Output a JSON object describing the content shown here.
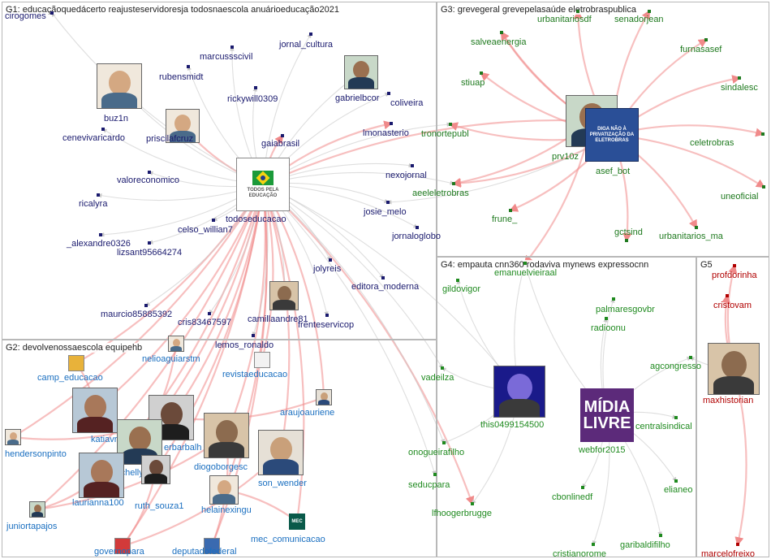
{
  "colors": {
    "g1": "#1a1a6e",
    "g2": "#1a6fc0",
    "g3": "#1f7a1f",
    "g4": "#1f8a1f",
    "g5": "#b00000",
    "edge_red": "#f08a8a",
    "edge_grey": "#c8c8c8"
  },
  "groups": [
    {
      "id": "G1",
      "title": "G1: educaçãoquedácerto reajusteservidoresja todosnaescola anuárioeducação2021"
    },
    {
      "id": "G2",
      "title": "G2: devolvenossaescola equipehb"
    },
    {
      "id": "G3",
      "title": "G3: grevegeral grevepelasaúde eletrobraspublica"
    },
    {
      "id": "G4",
      "title": "G4: empauta cnn360 rodaviva mynews expressocnn"
    },
    {
      "id": "G5",
      "title": "G5"
    }
  ],
  "nodes": [
    {
      "id": "cirogomes",
      "label": "cirogomes",
      "group": "g1",
      "icon": "dot-icon"
    },
    {
      "id": "marcussscivil",
      "label": "marcussscivil",
      "group": "g1",
      "icon": "dot-icon"
    },
    {
      "id": "jornal_cultura",
      "label": "jornal_cultura",
      "group": "g1",
      "icon": "dot-icon"
    },
    {
      "id": "rubensmidt",
      "label": "rubensmidt",
      "group": "g1",
      "icon": "dot-icon"
    },
    {
      "id": "buz1n",
      "label": "buz1n",
      "group": "g1",
      "icon": "avatar-icon"
    },
    {
      "id": "gabrielbcor",
      "label": "gabrielbcor",
      "group": "g1",
      "icon": "avatar-icon"
    },
    {
      "id": "rickywill0309",
      "label": "rickywill0309",
      "group": "g1",
      "icon": "dot-icon"
    },
    {
      "id": "coliveira",
      "label": "coliveira",
      "group": "g1",
      "icon": "dot-icon"
    },
    {
      "id": "lmonasterio",
      "label": "lmonasterio",
      "group": "g1",
      "icon": "dot-icon"
    },
    {
      "id": "cenevivaricardo",
      "label": "cenevivaricardo",
      "group": "g1",
      "icon": "dot-icon"
    },
    {
      "id": "priscilafcruz",
      "label": "priscilafcruz",
      "group": "g1",
      "icon": "avatar-icon"
    },
    {
      "id": "gaiabrasil",
      "label": "gaiabrasil",
      "group": "g1",
      "icon": "dot-icon"
    },
    {
      "id": "valoreconomico",
      "label": "valoreconomico",
      "group": "g1",
      "icon": "dot-icon"
    },
    {
      "id": "nexojornal",
      "label": "nexojornal",
      "group": "g1",
      "icon": "dot-icon"
    },
    {
      "id": "ricalyra",
      "label": "ricalyra",
      "group": "g1",
      "icon": "dot-icon"
    },
    {
      "id": "todoseducacao",
      "label": "todoseducacao",
      "group": "g1",
      "icon": "logo-icon"
    },
    {
      "id": "josie_melo",
      "label": "josie_melo",
      "group": "g1",
      "icon": "dot-icon"
    },
    {
      "id": "celso_willian7",
      "label": "celso_willian7",
      "group": "g1",
      "icon": "dot-icon"
    },
    {
      "id": "jornaloglobo",
      "label": "jornaloglobo",
      "group": "g1",
      "icon": "dot-icon"
    },
    {
      "id": "_alexandre0326",
      "label": "_alexandre0326",
      "group": "g1",
      "icon": "dot-icon"
    },
    {
      "id": "lizsant95664274",
      "label": "lizsant95664274",
      "group": "g1",
      "icon": "dot-icon"
    },
    {
      "id": "jolyreis",
      "label": "jolyreis",
      "group": "g1",
      "icon": "dot-icon"
    },
    {
      "id": "editora_moderna",
      "label": "editora_moderna",
      "group": "g1",
      "icon": "dot-icon"
    },
    {
      "id": "maurcio85885392",
      "label": "maurcio85885392",
      "group": "g1",
      "icon": "dot-icon"
    },
    {
      "id": "camillaandre81",
      "label": "camillaandre81",
      "group": "g1",
      "icon": "avatar-icon"
    },
    {
      "id": "cris83467597",
      "label": "cris83467597",
      "group": "g1",
      "icon": "dot-icon"
    },
    {
      "id": "frenteservicop",
      "label": "frenteservicop",
      "group": "g1",
      "icon": "dot-icon"
    },
    {
      "id": "lemos_ronaldo",
      "label": "lemos_ronaldo",
      "group": "g1",
      "icon": "dot-icon"
    },
    {
      "id": "nelioaguiarstm",
      "label": "nelioaguiarstm",
      "group": "g2",
      "icon": "avatar-icon"
    },
    {
      "id": "camp_educacao",
      "label": "camp_educacao",
      "group": "g2",
      "icon": "logo-icon"
    },
    {
      "id": "revistaeducacao",
      "label": "revistaeducacao",
      "group": "g2",
      "icon": "logo-icon"
    },
    {
      "id": "araujoauriene",
      "label": "araujoauriene",
      "group": "g2",
      "icon": "avatar-icon"
    },
    {
      "id": "katiavroch",
      "label": "katiavroch",
      "group": "g2",
      "icon": "avatar-icon"
    },
    {
      "id": "erbarbalh",
      "label": "erbarbalh",
      "group": "g2",
      "icon": "avatar-icon"
    },
    {
      "id": "hendersonpinto",
      "label": "hendersonpinto",
      "group": "g2",
      "icon": "avatar-icon"
    },
    {
      "id": "michelly_l_f",
      "label": "michelly_l_f",
      "group": "g2",
      "icon": "avatar-icon"
    },
    {
      "id": "diogoborgesc",
      "label": "diogoborgesc",
      "group": "g2",
      "icon": "avatar-icon"
    },
    {
      "id": "son_wender",
      "label": "son_wender",
      "group": "g2",
      "icon": "avatar-icon"
    },
    {
      "id": "laurianna100",
      "label": "laurianna100",
      "group": "g2",
      "icon": "avatar-icon"
    },
    {
      "id": "ruth_souza1",
      "label": "ruth_souza1",
      "group": "g2",
      "icon": "avatar-icon"
    },
    {
      "id": "helainexingu",
      "label": "helainexingu",
      "group": "g2",
      "icon": "avatar-icon"
    },
    {
      "id": "juniortapajos",
      "label": "juniortapajos",
      "group": "g2",
      "icon": "avatar-icon"
    },
    {
      "id": "mec_comunicacao",
      "label": "mec_comunicacao",
      "group": "g2",
      "icon": "logo-icon"
    },
    {
      "id": "governopara",
      "label": "governopara",
      "group": "g2",
      "icon": "logo-icon"
    },
    {
      "id": "deputadofederal",
      "label": "deputadofederal",
      "group": "g2",
      "icon": "logo-icon"
    },
    {
      "id": "urbanitariosdf",
      "label": "urbanitariosdf",
      "group": "g3",
      "icon": "dot-icon"
    },
    {
      "id": "senadorjean",
      "label": "senadorjean",
      "group": "g3",
      "icon": "dot-icon"
    },
    {
      "id": "salveaenergia",
      "label": "salveaenergia",
      "group": "g3",
      "icon": "dot-icon"
    },
    {
      "id": "furnasasef",
      "label": "furnasasef",
      "group": "g3",
      "icon": "dot-icon"
    },
    {
      "id": "stiuap",
      "label": "stiuap",
      "group": "g3",
      "icon": "dot-icon"
    },
    {
      "id": "sindalesc",
      "label": "sindalesc",
      "group": "g3",
      "icon": "dot-icon"
    },
    {
      "id": "tronortepubl",
      "label": "tronortepubl",
      "group": "g3",
      "icon": "dot-icon"
    },
    {
      "id": "celetrobras",
      "label": "celetrobras",
      "group": "g3",
      "icon": "dot-icon"
    },
    {
      "id": "prv10z",
      "label": "prv10z",
      "group": "g3",
      "icon": "avatar-icon"
    },
    {
      "id": "asef_bot",
      "label": "asef_bot",
      "group": "g3",
      "icon": "logo-icon"
    },
    {
      "id": "aeeleletrobras",
      "label": "aeeleletrobras",
      "group": "g3",
      "icon": "dot-icon"
    },
    {
      "id": "uneoficial",
      "label": "uneoficial",
      "group": "g3",
      "icon": "dot-icon"
    },
    {
      "id": "frune_",
      "label": "frune_",
      "group": "g3",
      "icon": "dot-icon"
    },
    {
      "id": "urbanitarios_ma",
      "label": "urbanitarios_ma",
      "group": "g3",
      "icon": "dot-icon"
    },
    {
      "id": "gctsind",
      "label": "gctsind",
      "group": "g3",
      "icon": "dot-icon"
    },
    {
      "id": "emanuelvieiraal",
      "label": "emanuelvieiraal",
      "group": "g4",
      "icon": "dot-icon"
    },
    {
      "id": "gildovigor",
      "label": "gildovigor",
      "group": "g4",
      "icon": "dot-icon"
    },
    {
      "id": "palmaresgovbr",
      "label": "palmaresgovbr",
      "group": "g4",
      "icon": "dot-icon"
    },
    {
      "id": "radioonu",
      "label": "radioonu",
      "group": "g4",
      "icon": "dot-icon"
    },
    {
      "id": "agcongresso",
      "label": "agcongresso",
      "group": "g4",
      "icon": "dot-icon"
    },
    {
      "id": "vadeilza",
      "label": "vadeilza",
      "group": "g4",
      "icon": "dot-icon"
    },
    {
      "id": "this0499154500",
      "label": "this0499154500",
      "group": "g4",
      "icon": "avatar-icon"
    },
    {
      "id": "webfor2015",
      "label": "webfor2015",
      "group": "g4",
      "icon": "logo-icon"
    },
    {
      "id": "centralsindical",
      "label": "centralsindical",
      "group": "g4",
      "icon": "dot-icon"
    },
    {
      "id": "onogueirafilho",
      "label": "onogueirafilho",
      "group": "g4",
      "icon": "dot-icon"
    },
    {
      "id": "seducpara",
      "label": "seducpara",
      "group": "g4",
      "icon": "dot-icon"
    },
    {
      "id": "cbonlinedf",
      "label": "cbonlinedf",
      "group": "g4",
      "icon": "dot-icon"
    },
    {
      "id": "elianeo",
      "label": "elianeo",
      "group": "g4",
      "icon": "dot-icon"
    },
    {
      "id": "lfhoogerbrugge",
      "label": "lfhoogerbrugge",
      "group": "g4",
      "icon": "dot-icon"
    },
    {
      "id": "garibaldifilho",
      "label": "garibaldifilho",
      "group": "g4",
      "icon": "dot-icon"
    },
    {
      "id": "cristianorome",
      "label": "cristianorome",
      "group": "g4",
      "icon": "dot-icon"
    },
    {
      "id": "profdorinha",
      "label": "profdorinha",
      "group": "g5",
      "icon": "dot-icon"
    },
    {
      "id": "cristovam",
      "label": "cristovam",
      "group": "g5",
      "icon": "dot-icon"
    },
    {
      "id": "maxhistorian",
      "label": "maxhistorian",
      "group": "g5",
      "icon": "avatar-icon"
    },
    {
      "id": "marcelofreixo",
      "label": "marcelofreixo",
      "group": "g5",
      "icon": "dot-icon"
    }
  ],
  "logos": {
    "todoseducacao": {
      "text": "TODOS PELA EDUCAÇÃO"
    },
    "asef_bot": {
      "text": "DIGA NÃO À PRIVATIZAÇÃO DA ELETROBRAS",
      "accent": "NÃO"
    },
    "webfor2015": {
      "line1": "MÍDIA",
      "line2": "LIVRE"
    },
    "mec_comunicacao": {
      "text": "MEC"
    }
  }
}
